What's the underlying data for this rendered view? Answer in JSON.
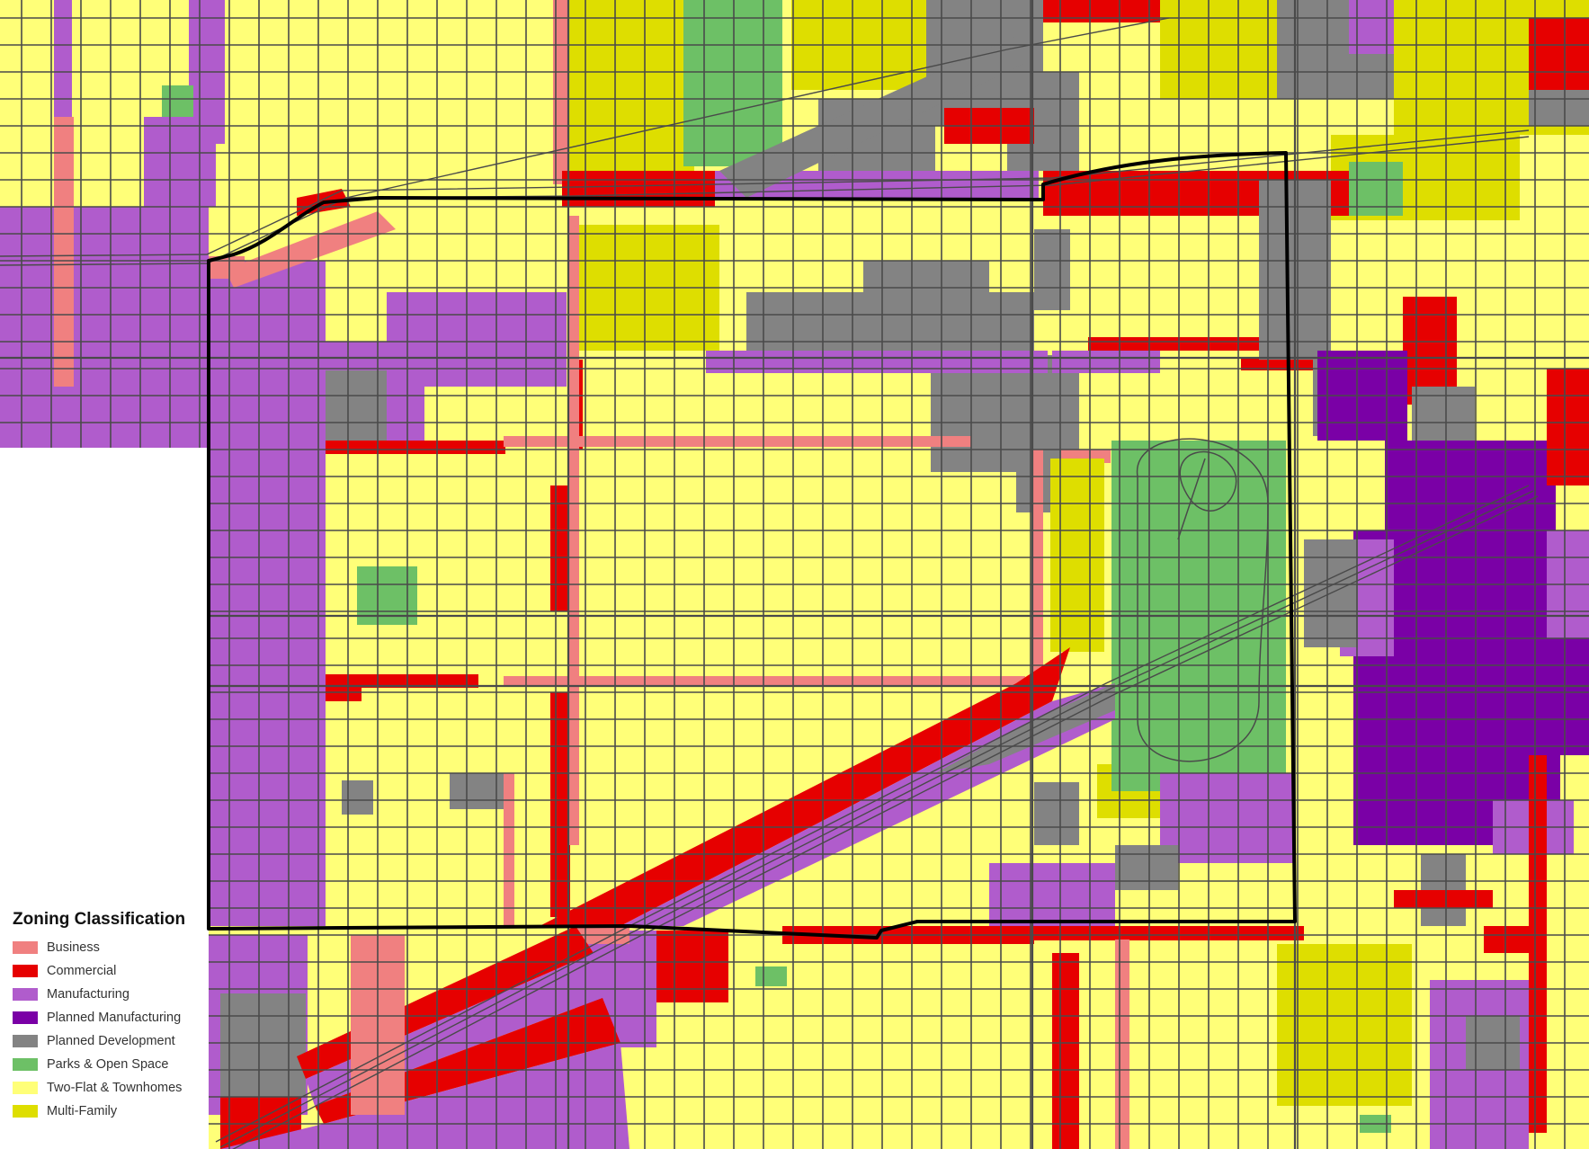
{
  "legend": {
    "title": "Zoning Classification",
    "items": [
      {
        "label": "Business",
        "color": "#f08080"
      },
      {
        "label": "Commercial",
        "color": "#e60000"
      },
      {
        "label": "Manufacturing",
        "color": "#b05ccc"
      },
      {
        "label": "Planned Manufacturing",
        "color": "#7a00a6"
      },
      {
        "label": "Planned Development",
        "color": "#838383"
      },
      {
        "label": "Parks & Open Space",
        "color": "#6dc066"
      },
      {
        "label": "Two-Flat & Townhomes",
        "color": "#ffff78"
      },
      {
        "label": "Multi-Family",
        "color": "#dede00"
      }
    ]
  },
  "colors": {
    "street": "#4a4a4a",
    "study_area_boundary": "#000000",
    "background": "#ffffff"
  }
}
